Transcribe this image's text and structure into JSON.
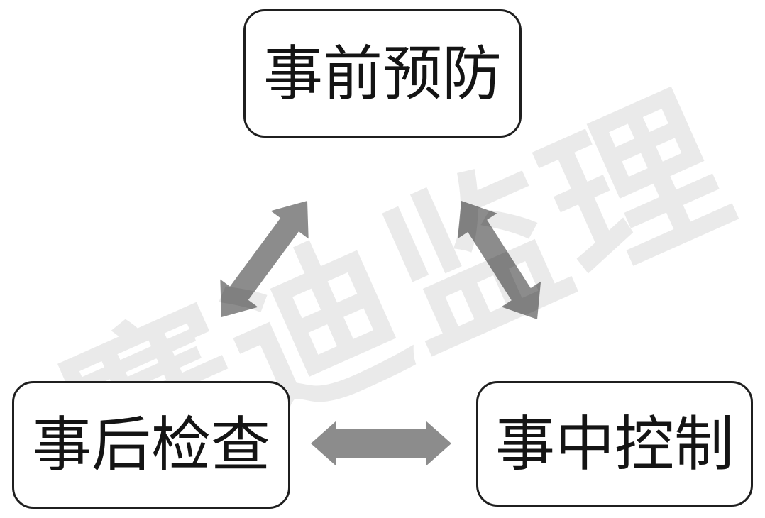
{
  "diagram": {
    "nodes": [
      {
        "key": "pre-event-prevention",
        "label": "事前预防",
        "position": "top"
      },
      {
        "key": "post-event-inspection",
        "label": "事后检查",
        "position": "bottom-left"
      },
      {
        "key": "in-event-control",
        "label": "事中控制",
        "position": "bottom-right"
      }
    ],
    "connections": [
      {
        "from": "事前预防",
        "to": "事后检查",
        "type": "double-headed-arrow"
      },
      {
        "from": "事前预防",
        "to": "事中控制",
        "type": "double-headed-arrow"
      },
      {
        "from": "事后检查",
        "to": "事中控制",
        "type": "double-headed-arrow"
      }
    ]
  },
  "watermark": {
    "text": "赛迪监理"
  },
  "colors": {
    "arrow": "#8C8C8C",
    "node_border": "#1F1F1F",
    "node_text": "#141414",
    "background": "#FFFFFF",
    "watermark_on_white": "#EBEBEB"
  }
}
